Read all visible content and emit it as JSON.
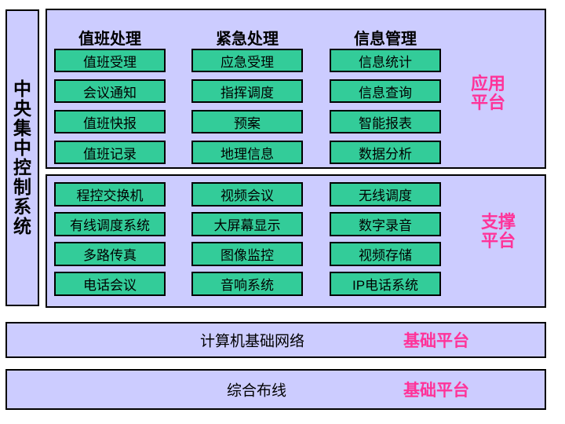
{
  "colors": {
    "panel_bg": "#ccccff",
    "module_bg": "#33cc99",
    "border": "#000000",
    "accent_pink": "#ff3399",
    "text": "#000000",
    "page_bg": "#ffffff"
  },
  "sidebar": {
    "title": "中央集中控制系统"
  },
  "app_platform": {
    "label_lines": [
      "应用",
      "平台"
    ],
    "columns": [
      {
        "header": "值班处理",
        "buttons": [
          "值班受理",
          "会议通知",
          "值班快报",
          "值班记录"
        ]
      },
      {
        "header": "紧急处理",
        "buttons": [
          "应急受理",
          "指挥调度",
          "预案",
          "地理信息"
        ]
      },
      {
        "header": "信息管理",
        "buttons": [
          "信息统计",
          "信息查询",
          "智能报表",
          "数据分析"
        ]
      }
    ]
  },
  "support_platform": {
    "label_lines": [
      "支撑",
      "平台"
    ],
    "columns": [
      {
        "buttons": [
          "程控交换机",
          "有线调度系统",
          "多路传真",
          "电话会议"
        ]
      },
      {
        "buttons": [
          "视频会议",
          "大屏幕显示",
          "图像监控",
          "音响系统"
        ]
      },
      {
        "buttons": [
          "无线调度",
          "数字录音",
          "视频存储",
          "IP电话系统"
        ]
      }
    ]
  },
  "base_platforms": [
    {
      "title": "计算机基础网络",
      "label": "基础平台"
    },
    {
      "title": "综合布线",
      "label": "基础平台"
    }
  ]
}
